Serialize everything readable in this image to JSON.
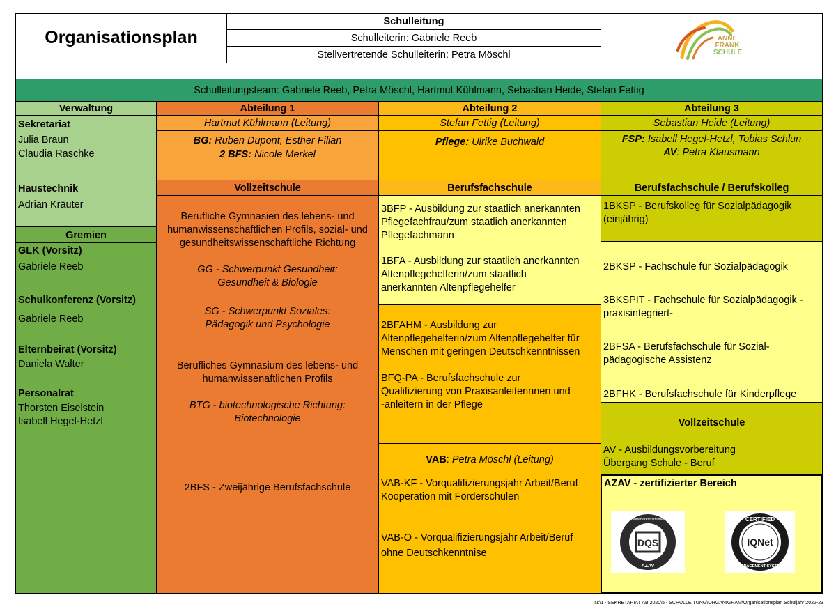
{
  "header": {
    "title": "Organisationsplan",
    "leadership_heading": "Schulleitung",
    "principal": "Schulleiterin: Gabriele Reeb",
    "deputy": "Stellvertretende Schulleiterin: Petra Möschl",
    "logo": {
      "line1": "ANNE",
      "line2": "FRANK",
      "line3": "SCHULE"
    }
  },
  "team": "Schulleitungsteam: Gabriele Reeb, Petra Möschl, Hartmut Kühlmann, Sebastian Heide, Stefan Fettig",
  "verwaltung": {
    "heading": "Verwaltung",
    "sekretariat_heading": "Sekretariat",
    "sekretariat_members": [
      "Julia Braun",
      "Claudia Raschke"
    ],
    "haustechnik_heading": "Haustechnik",
    "haustechnik_member": "Adrian Kräuter"
  },
  "gremien": {
    "heading": "Gremien",
    "glk_heading": "GLK (Vorsitz)",
    "glk_member": "Gabriele Reeb",
    "schulkonferenz_heading": "Schulkonferenz (Vorsitz)",
    "schulkonferenz_member": "Gabriele Reeb",
    "elternbeirat_heading": "Elternbeirat (Vorsitz)",
    "elternbeirat_member": "Daniela Walter",
    "personalrat_heading": "Personalrat",
    "personalrat_members": [
      "Thorsten Eiselstein",
      "Isabell Hegel-Hetzl"
    ]
  },
  "abteilung1": {
    "heading": "Abteilung 1",
    "leader": "Hartmut Kühlmann (Leitung)",
    "bg_label": "BG:",
    "bg_names": "Ruben Dupont, Esther Filian",
    "bfs_label": "2 BFS:",
    "bfs_names": "Nicole Merkel",
    "section_heading": "Vollzeitschule",
    "gymnasien_lines": [
      "Berufliche Gymnasien des lebens- und",
      "humanwissenschaftlichen Profils, sozial- und",
      "gesundheitswissenschaftliche Richtung"
    ],
    "gg_lines": [
      "GG - Schwerpunkt Gesundheit:",
      "Gesundheit & Biologie"
    ],
    "sg_lines": [
      "SG - Schwerpunkt Soziales:",
      "Pädagogik und Psychologie"
    ],
    "gymnasium2_lines": [
      "Berufliches Gymnasium des lebens- und",
      "humanwissenaftlichen Profils"
    ],
    "btg_lines": [
      "BTG - biotechnologische Richtung:",
      "Biotechnologie"
    ],
    "bfs2": "2BFS - Zweijährige Berufsfachschule"
  },
  "abteilung2": {
    "heading": "Abteilung 2",
    "leader": "Stefan Fettig (Leitung)",
    "pflege_label": "Pflege:",
    "pflege_names": "Ulrike Buchwald",
    "section_heading": "Berufsfachschule",
    "bfp_lines": [
      "3BFP - Ausbildung zur staatlich anerkannten",
      "Pflegefachfrau/zum staatlich anerkannten",
      "Pflegefachmann"
    ],
    "bfa_lines": [
      "1BFA - Ausbildung zur staatlich anerkannten",
      "Altenpflegehelferin/zum staatlich",
      "anerkannten Altenpflegehelfer"
    ],
    "bfahm_lines": [
      "2BFAHM - Ausbildung zur",
      "Altenpflegehelferin/zum Altenpflegehelfer für",
      "Menschen mit geringen Deutschkenntnissen"
    ],
    "bfqpa_lines": [
      "BFQ-PA - Berufsfachschule zur",
      "Qualifizierung von Praxisanleiterinnen und",
      "-anleitern in der Pflege"
    ],
    "vab_label": "VAB",
    "vab_leader": "Petra Möschl (Leitung)",
    "vabkf_lines": [
      "VAB-KF - Vorqualifizierungsjahr Arbeit/Beruf",
      "Kooperation mit Förderschulen"
    ],
    "vabo_lines": [
      "VAB-O - Vorqualifizierungsjahr Arbeit/Beruf",
      "ohne Deutschkenntnise"
    ]
  },
  "abteilung3": {
    "heading": "Abteilung 3",
    "leader": "Sebastian Heide (Leitung)",
    "fsp_label": "FSP:",
    "fsp_names": "Isabell Hegel-Hetzl, Tobias Schlun",
    "av_label": "AV",
    "av_names": ": Petra Klausmann",
    "section_heading": "Berufsfachschule / Berufskolleg",
    "bksp1_lines": [
      "1BKSP - Berufskolleg für Sozialpädagogik",
      "(einjährig)"
    ],
    "bksp2": "2BKSP - Fachschule für Sozialpädagogik",
    "bkspit_lines": [
      "3BKSPIT - Fachschule für Sozialpädagogik -",
      "praxisintegriert-"
    ],
    "bfsa_lines": [
      "2BFSA - Berufsfachschule für Sozial-",
      "pädagogische Assistenz"
    ],
    "bfhk": "2BFHK - Berufsfachschule für Kinderpflege",
    "vollzeit_heading": "Vollzeitschule",
    "av_lines": [
      "AV - Ausbildungsvorbereitung",
      "Übergang Schule - Beruf"
    ],
    "azav_heading": "AZAV - zertifizierter Bereich",
    "seal1": {
      "top": "Arbeitsmarktinstrumente",
      "mark": "DQS",
      "bottom": "AZAV"
    },
    "seal2": {
      "top": "CERTIFIED",
      "mark": "IQNet",
      "bottom": "MANAGEMENT SYSTEM"
    }
  },
  "footer": "N:\\1  -  SEKRETARIAT AB 2020\\5  -  SCHULLEITUNG\\ORGANIGRAM\\Organisationsplan Schuljahr 2022-23",
  "colors": {
    "abteilung1": "#ec7b32",
    "abteilung2": "#fcb917",
    "abteilung3": "#ccce03",
    "team": "#2e9d6a",
    "verwaltung": "#a9d18e",
    "gremien": "#70ad47",
    "light_yellow": "#ffff8c"
  }
}
